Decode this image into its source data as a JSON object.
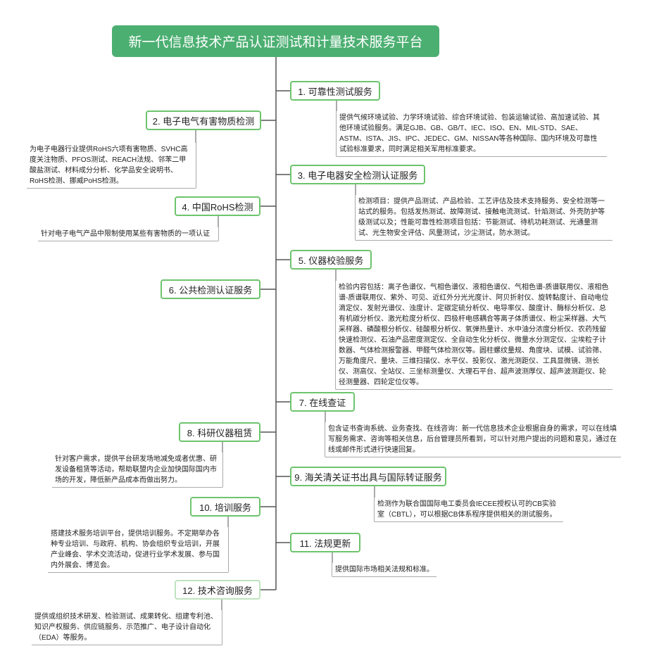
{
  "root": {
    "title": "新一代信息技术产品认证测试和计量技术服务平台"
  },
  "colors": {
    "accent": "#4caf72",
    "node_border": "#6dc46d",
    "line": "#555555"
  },
  "branches": [
    {
      "id": "b1",
      "title": "1. 可靠性测试服务",
      "desc": "提供气候环境试验、力学环境试验、综合环境试验、包装运输试验、高加速试验、其他环境试验服务。满足GJB、GB、GB/T、IEC、ISO、EN、MIL-STD、SAE、ASTM、ISTA、JIS、IPC、JEDEC、GM、NISSAN等各种国际、国内环境及可靠性试验标准要求，同时满足相关军用标准要求。"
    },
    {
      "id": "b2",
      "title": "2. 电子电气有害物质检测",
      "desc": "为电子电器行业提供RoHS六项有害物质、SVHC高度关注物质、PFOS测试、REACH法规、邻苯二甲酸盐测试、材料成分分析、化学品安全说明书、RoHS检测、挪威PoHS检测。"
    },
    {
      "id": "b3",
      "title": "3. 电子电器安全检测认证服务",
      "desc": "检测项目：提供产品测试、产品检验、工艺评估及技术支持服务、安全检测等一站式的服务。包括发热测试、故障测试、接触电流测试、针焰测试、外壳防护等级测试以及；性能可靠性检测项目包括：节能测试、待机功耗测试、光通量测试、光生物安全评估、风量测试，沙尘测试，防水测试。"
    },
    {
      "id": "b4",
      "title": "4. 中国RoHS检测",
      "desc": "针对电子电气产品中限制使用某些有害物质的一项认证"
    },
    {
      "id": "b5",
      "title": "5. 仪器校验服务",
      "desc": "检验内容包括：离子色谱仪、气相色谱仪、液相色谱仪、气相色谱-质谱联用仪、液相色谱-质谱联用仪、紫外、可见、近红外分光光度计、阿贝折射仪、旋转黏度计、自动电位滴定仪、发射光谱仪、浊度计、定碳定硫分析仪、电导率仪、酸度计、酶标分析仪、总有机碳分析仪、激光粒度分析仪、四极杆电感耦合等离子体质谱仪、粉尘采样器、大气采样器、磷酸根分析仪、硅酸根分析仪、氧弹热量计、水中油分浓度分析仪、农药残留快速检测仪、石油产品密度测定仪、全自动生化分析仪、微量水分测定仪、尘埃粒子计数器、气体检测报警器、甲醛气体检测仪等。圆柱螺纹量规、角度块、试模、试验筛、万能角度尺、量块、三维扫描仪、水平仪、投影仪、激光测距仪、工具显微镜、测长仪、测高仪、全站仪、三坐标测量仪、大理石平台、超声波测厚仪、超声波测距仪、轮径测量器、四轮定位仪等。"
    },
    {
      "id": "b6",
      "title": "6. 公共检测认证服务",
      "desc": ""
    },
    {
      "id": "b7",
      "title": "7. 在线查证",
      "desc": "包含证书查询系统、业务查找、在线咨询：新一代信息技术企业根据自身的需求，可以在线填写服务需求、咨询等相关信息，后台管理员所看到，可以针对用户提出的问题和意见，通过在线或邮件形式进行快速回复。"
    },
    {
      "id": "b8",
      "title": "8. 科研仪器租赁",
      "desc": "针对客户需求，提供平台研发场地减免或者优惠、研发设备租赁等活动，帮助联盟内企业加快国际国内市场的开发，降低新产品成本而做出努力。"
    },
    {
      "id": "b9",
      "title": "9. 海关清关证书出具与国际转证服务",
      "desc": "检测作为联合国国际电工委员会IECEE授权认可的CB实验室（CBTL），可以根据CB体系程序提供相关的测试服务。"
    },
    {
      "id": "b10",
      "title": "10. 培训服务",
      "desc": "搭建技术服务培训平台，提供培训服务。不定期举办各种专业培训、与政府、机构、协会组织专业培训，开展产业峰会、学术交流活动，促进行业学术发展、参与国内外展会、博览会。"
    },
    {
      "id": "b11",
      "title": "11. 法规更新",
      "desc": "提供国际市场相关法规和标准。"
    },
    {
      "id": "b12",
      "title": "12. 技术咨询服务",
      "desc": "提供或组织技术研发、检验测试、成果转化、组建专利池、知识产权服务、供应链服务、示范推广、电子设计自动化（EDA）等服务。"
    }
  ]
}
